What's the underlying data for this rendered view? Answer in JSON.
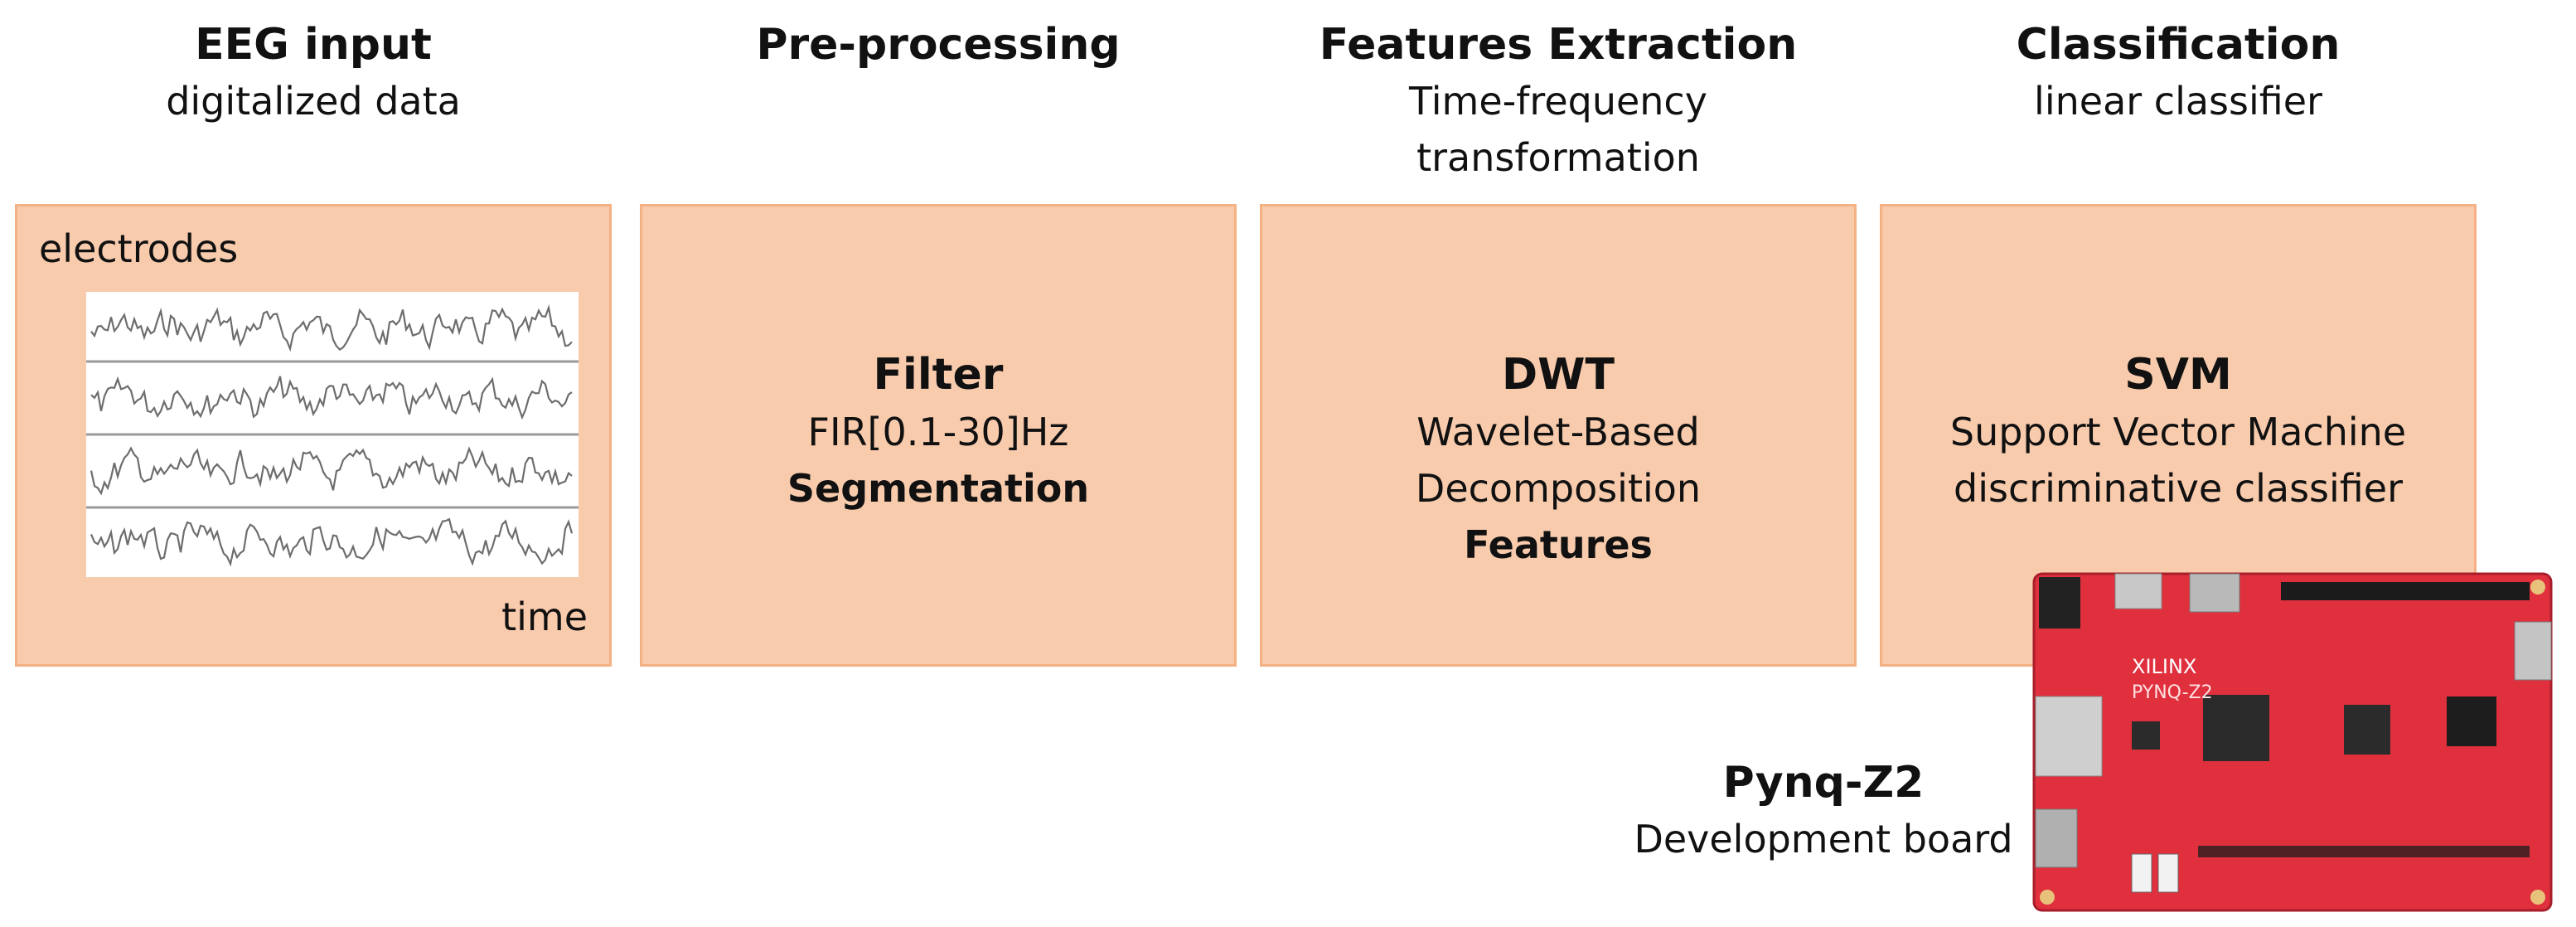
{
  "stages": [
    {
      "title": "EEG input",
      "subtitle": "digitalized data"
    },
    {
      "title": "Pre-processing"
    },
    {
      "title": "Features Extraction",
      "subtitle_lines": [
        "Time-frequency",
        "transformation"
      ]
    },
    {
      "title": "Classification",
      "subtitle": "linear classifier"
    }
  ],
  "eeg_box": {
    "y_label": "electrodes",
    "x_label": "time"
  },
  "filter_box": {
    "title": "Filter",
    "line1": "FIR[0.1-30]Hz",
    "bold_line": "Segmentation"
  },
  "dwt_box": {
    "title": "DWT",
    "line1": "Wavelet-Based",
    "line2": "Decomposition",
    "bold_line": "Features"
  },
  "svm_box": {
    "title": "SVM",
    "line1": "Support Vector Machine",
    "line2": "discriminative classifier"
  },
  "board": {
    "title": "Pynq-Z2",
    "subtitle": "Development board",
    "brand": "XILINX",
    "model": "PYNQ-Z2"
  },
  "colors": {
    "box_fill": "#f8cbad",
    "box_border": "#f4b183",
    "board_red": "#e0303e"
  }
}
